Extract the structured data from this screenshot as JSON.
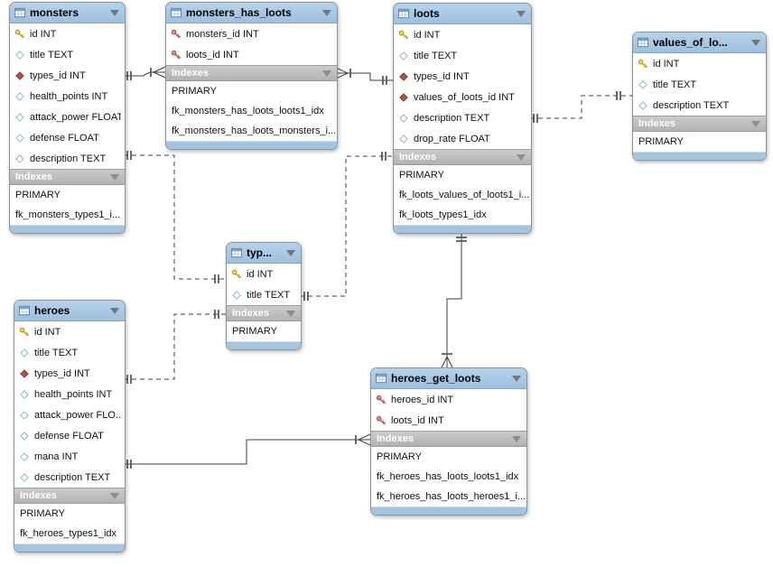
{
  "labels": {
    "indexes": "Indexes"
  },
  "tables": {
    "monsters": {
      "title": "monsters",
      "fields": [
        {
          "icon": "primary-key",
          "label": "id INT"
        },
        {
          "icon": "column",
          "label": "title TEXT"
        },
        {
          "icon": "foreign-key",
          "label": "types_id INT"
        },
        {
          "icon": "column",
          "label": "health_points INT"
        },
        {
          "icon": "column",
          "label": "attack_power FLOAT"
        },
        {
          "icon": "column",
          "label": "defense FLOAT"
        },
        {
          "icon": "column",
          "label": "description TEXT"
        }
      ],
      "indexes": [
        "PRIMARY",
        "fk_monsters_types1_i..."
      ]
    },
    "monsters_has_loots": {
      "title": "monsters_has_loots",
      "fields": [
        {
          "icon": "primary-foreign-key",
          "label": "monsters_id INT"
        },
        {
          "icon": "primary-foreign-key",
          "label": "loots_id INT"
        }
      ],
      "indexes": [
        "PRIMARY",
        "fk_monsters_has_loots_loots1_idx",
        "fk_monsters_has_loots_monsters_i..."
      ]
    },
    "loots": {
      "title": "loots",
      "fields": [
        {
          "icon": "primary-key",
          "label": "id INT"
        },
        {
          "icon": "column",
          "label": "title TEXT"
        },
        {
          "icon": "foreign-key",
          "label": "types_id INT"
        },
        {
          "icon": "foreign-key",
          "label": "values_of_loots_id INT"
        },
        {
          "icon": "column",
          "label": "description TEXT"
        },
        {
          "icon": "column",
          "label": "drop_rate FLOAT"
        }
      ],
      "indexes": [
        "PRIMARY",
        "fk_loots_values_of_loots1_i...",
        "fk_loots_types1_idx"
      ]
    },
    "values_of_loots": {
      "title": "values_of_lo...",
      "fields": [
        {
          "icon": "primary-key",
          "label": "id INT"
        },
        {
          "icon": "column",
          "label": "title TEXT"
        },
        {
          "icon": "column",
          "label": "description TEXT"
        }
      ],
      "indexes": [
        "PRIMARY"
      ]
    },
    "types": {
      "title": "typ...",
      "fields": [
        {
          "icon": "primary-key",
          "label": "id INT"
        },
        {
          "icon": "column",
          "label": "title TEXT"
        }
      ],
      "indexes": [
        "PRIMARY"
      ]
    },
    "heroes": {
      "title": "heroes",
      "fields": [
        {
          "icon": "primary-key",
          "label": "id INT"
        },
        {
          "icon": "column",
          "label": "title TEXT"
        },
        {
          "icon": "foreign-key",
          "label": "types_id INT"
        },
        {
          "icon": "column",
          "label": "health_points INT"
        },
        {
          "icon": "column",
          "label": "attack_power FLO..."
        },
        {
          "icon": "column",
          "label": "defense FLOAT"
        },
        {
          "icon": "column",
          "label": "mana INT"
        },
        {
          "icon": "column",
          "label": "description TEXT"
        }
      ],
      "indexes": [
        "PRIMARY",
        "fk_heroes_types1_idx"
      ]
    },
    "heroes_get_loots": {
      "title": "heroes_get_loots",
      "fields": [
        {
          "icon": "primary-foreign-key",
          "label": "heroes_id INT"
        },
        {
          "icon": "primary-foreign-key",
          "label": "loots_id INT"
        }
      ],
      "indexes": [
        "PRIMARY",
        "fk_heroes_has_loots_loots1_idx",
        "fk_heroes_has_loots_heroes1_i..."
      ]
    }
  },
  "relationships": [
    {
      "from": "monsters",
      "to": "monsters_has_loots",
      "line": "solid",
      "cardinality": "one-to-many"
    },
    {
      "from": "loots",
      "to": "monsters_has_loots",
      "line": "solid",
      "cardinality": "one-to-many"
    },
    {
      "from": "values_of_loots",
      "to": "loots",
      "line": "dashed",
      "cardinality": "one-to-many"
    },
    {
      "from": "types",
      "to": "monsters",
      "line": "dashed",
      "cardinality": "one-to-many"
    },
    {
      "from": "types",
      "to": "loots",
      "line": "dashed",
      "cardinality": "one-to-many"
    },
    {
      "from": "types",
      "to": "heroes",
      "line": "dashed",
      "cardinality": "one-to-many"
    },
    {
      "from": "heroes",
      "to": "heroes_get_loots",
      "line": "solid",
      "cardinality": "one-to-many"
    },
    {
      "from": "loots",
      "to": "heroes_get_loots",
      "line": "solid",
      "cardinality": "one-to-many"
    }
  ],
  "colors": {
    "table_header": "#a5c4e0",
    "indexes_bar": "#bfbfbf",
    "primary_key_icon": "#f2cd4d",
    "foreign_key_icon": "#b5534a",
    "relationship_line": "#3f3f3f"
  }
}
